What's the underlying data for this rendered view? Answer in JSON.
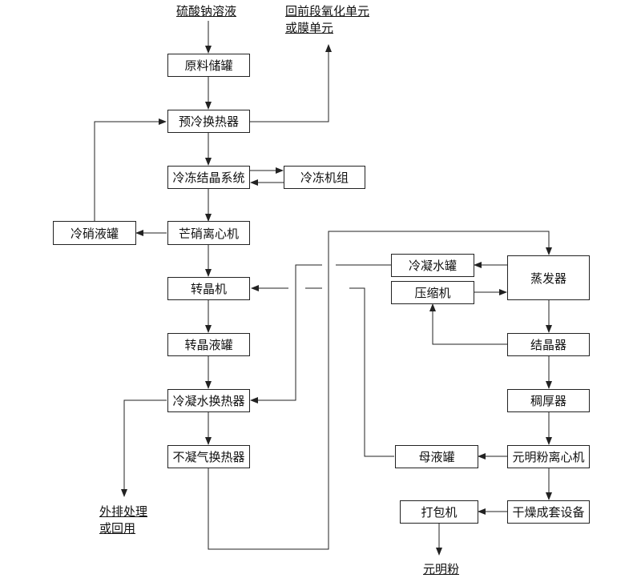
{
  "inputs": {
    "feed": "硫酸钠溶液",
    "return_line1": "回前段氧化单元",
    "return_line2": "或膜单元",
    "discharge_line1": "外排处理",
    "discharge_line2": "或回用",
    "product": "元明粉"
  },
  "nodes": {
    "raw_tank": "原料储罐",
    "precool_hx": "预冷换热器",
    "freeze_cryst": "冷冻结晶系统",
    "chiller": "冷冻机组",
    "mirabilite_cent": "芒硝离心机",
    "cold_tank": "冷硝液罐",
    "transcryst": "转晶机",
    "transcryst_tank": "转晶液罐",
    "cond_hx": "冷凝水换热器",
    "noncond_hx": "不凝气换热器",
    "cond_tank": "冷凝水罐",
    "compressor": "压缩机",
    "evaporator": "蒸发器",
    "crystallizer": "结晶器",
    "thickener": "稠厚器",
    "mother_tank": "母液罐",
    "anhydrous_cent": "元明粉离心机",
    "packer": "打包机",
    "dryer": "干燥成套设备"
  }
}
